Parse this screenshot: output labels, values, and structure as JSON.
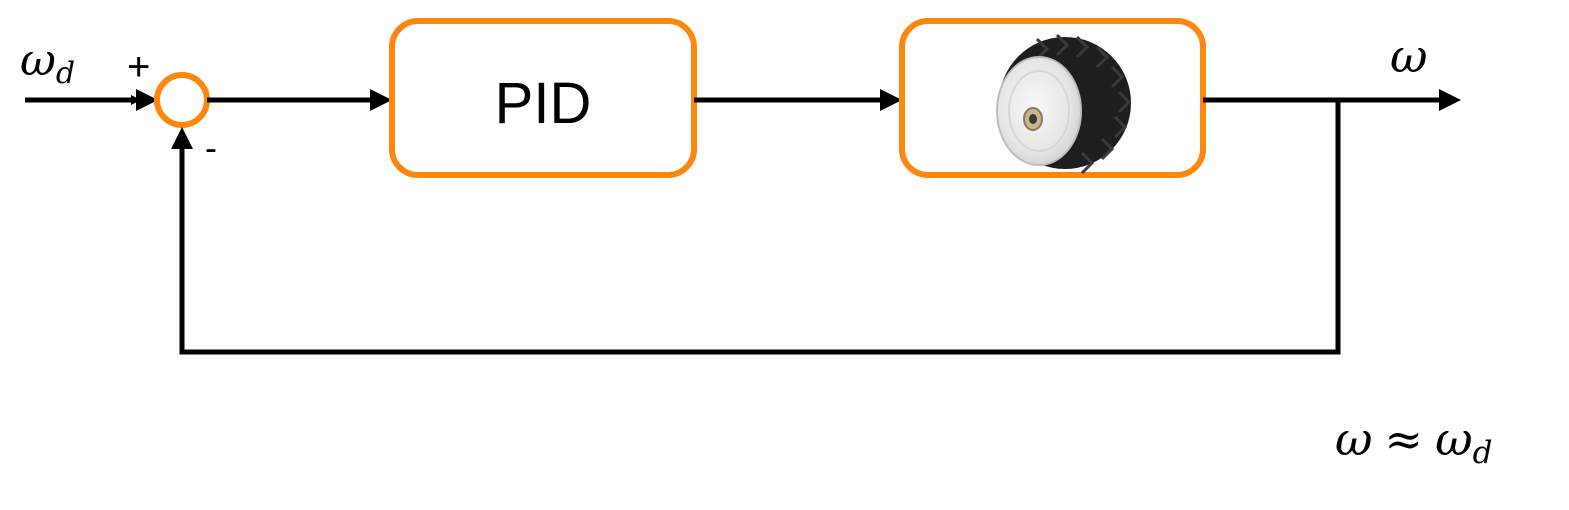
{
  "input_signal": {
    "symbol": "ω",
    "subscript": "d"
  },
  "summing_junction": {
    "plus_sign": "+",
    "minus_sign": "-"
  },
  "controller_block": {
    "label": "PID"
  },
  "plant_block": {
    "icon": "motor-wheel-icon"
  },
  "output_signal": {
    "symbol": "ω"
  },
  "relation": {
    "lhs": "ω",
    "operator": "≈",
    "rhs_symbol": "ω",
    "rhs_subscript": "d"
  },
  "colors": {
    "block_border": "#FF870F",
    "line": "#000000",
    "wheel_tread": "#1e1e1e",
    "wheel_hub": "#eeeeee"
  }
}
